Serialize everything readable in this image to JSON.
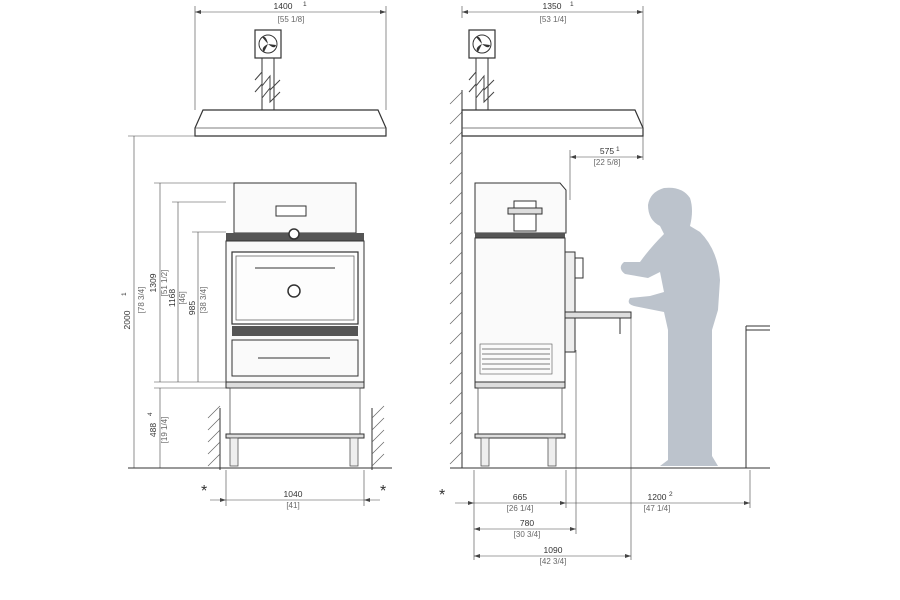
{
  "front_view": {
    "width_top": {
      "value": "1400",
      "note": "1",
      "inch": "[55 1/8]"
    },
    "height_total": {
      "value": "2000",
      "note": "1",
      "inch": "[78 3/4]"
    },
    "height_1309": {
      "value": "1309",
      "inch": "[51 1/2]"
    },
    "height_1168": {
      "value": "1168",
      "inch": "[46]"
    },
    "height_985": {
      "value": "985",
      "inch": "[38 3/4]"
    },
    "height_488": {
      "value": "488",
      "note": "4",
      "inch": "[19 1/4]"
    },
    "width_base": {
      "value": "1040",
      "inch": "[41]"
    },
    "star_left": "*",
    "star_right": "*"
  },
  "side_view": {
    "width_top": {
      "value": "1350",
      "note": "1",
      "inch": "[53 1/4]"
    },
    "overhang": {
      "value": "575",
      "note": "1",
      "inch": "[22 5/8]"
    },
    "depth_665": {
      "value": "665",
      "inch": "[26 1/4]"
    },
    "depth_780": {
      "value": "780",
      "inch": "[30 3/4]"
    },
    "depth_1090": {
      "value": "1090",
      "inch": "[42 3/4]"
    },
    "clearance": {
      "value": "1200",
      "note": "2",
      "inch": "[47 1/4]"
    },
    "star": "*"
  },
  "colors": {
    "person": "#bcc3cc",
    "line": "#333333",
    "panel": "#fafafa"
  }
}
